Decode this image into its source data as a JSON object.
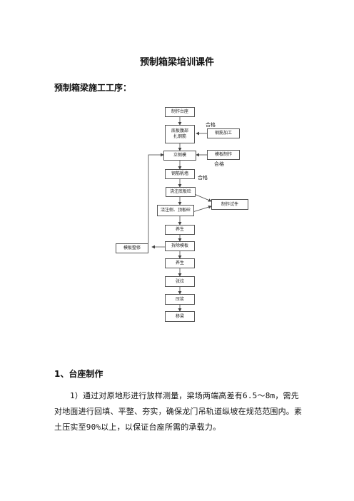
{
  "doc": {
    "title": "预制箱梁培训课件",
    "subtitle": "预制箱梁施工工序：",
    "section1_heading": "1、台座制作",
    "section1_para": "1）通过对原地形进行放样测量，梁场两端高差有6.5～8m，需先对地面进行回填、平整、夯实，确保龙门吊轨道纵坡在规范范围内。素土压实至90%以上，以保证台座所需的承载力。"
  },
  "flowchart": {
    "steps": {
      "s1": "制作台座",
      "s2": "底板腹部\n扎钢筋",
      "s3": "立侧模",
      "s4": "钢筋帆墙",
      "s5": "浇注底板砼",
      "s6": "浇注侧、顶板砼",
      "s7": "养生",
      "s8": "拆除模板",
      "s9": "养生",
      "s10": "张拉",
      "s11": "压浆",
      "s12": "移梁"
    },
    "side": {
      "rebar": "钢筋加工",
      "formwork": "模板制作",
      "specimen": "制作试件",
      "repair": "模板整修"
    },
    "labels": {
      "ok1": "合格",
      "ok2": "合格",
      "ok3": "合格"
    }
  }
}
